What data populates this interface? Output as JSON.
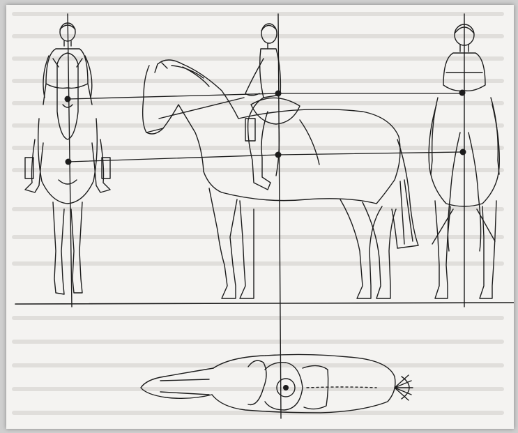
{
  "figure": {
    "views": [
      "front-view",
      "side-view",
      "rear-view",
      "top-view"
    ],
    "ink_color": "#1c1c1c",
    "paper_color": "#f4f3f1",
    "bleed_text_color": "#c8c6c2"
  }
}
